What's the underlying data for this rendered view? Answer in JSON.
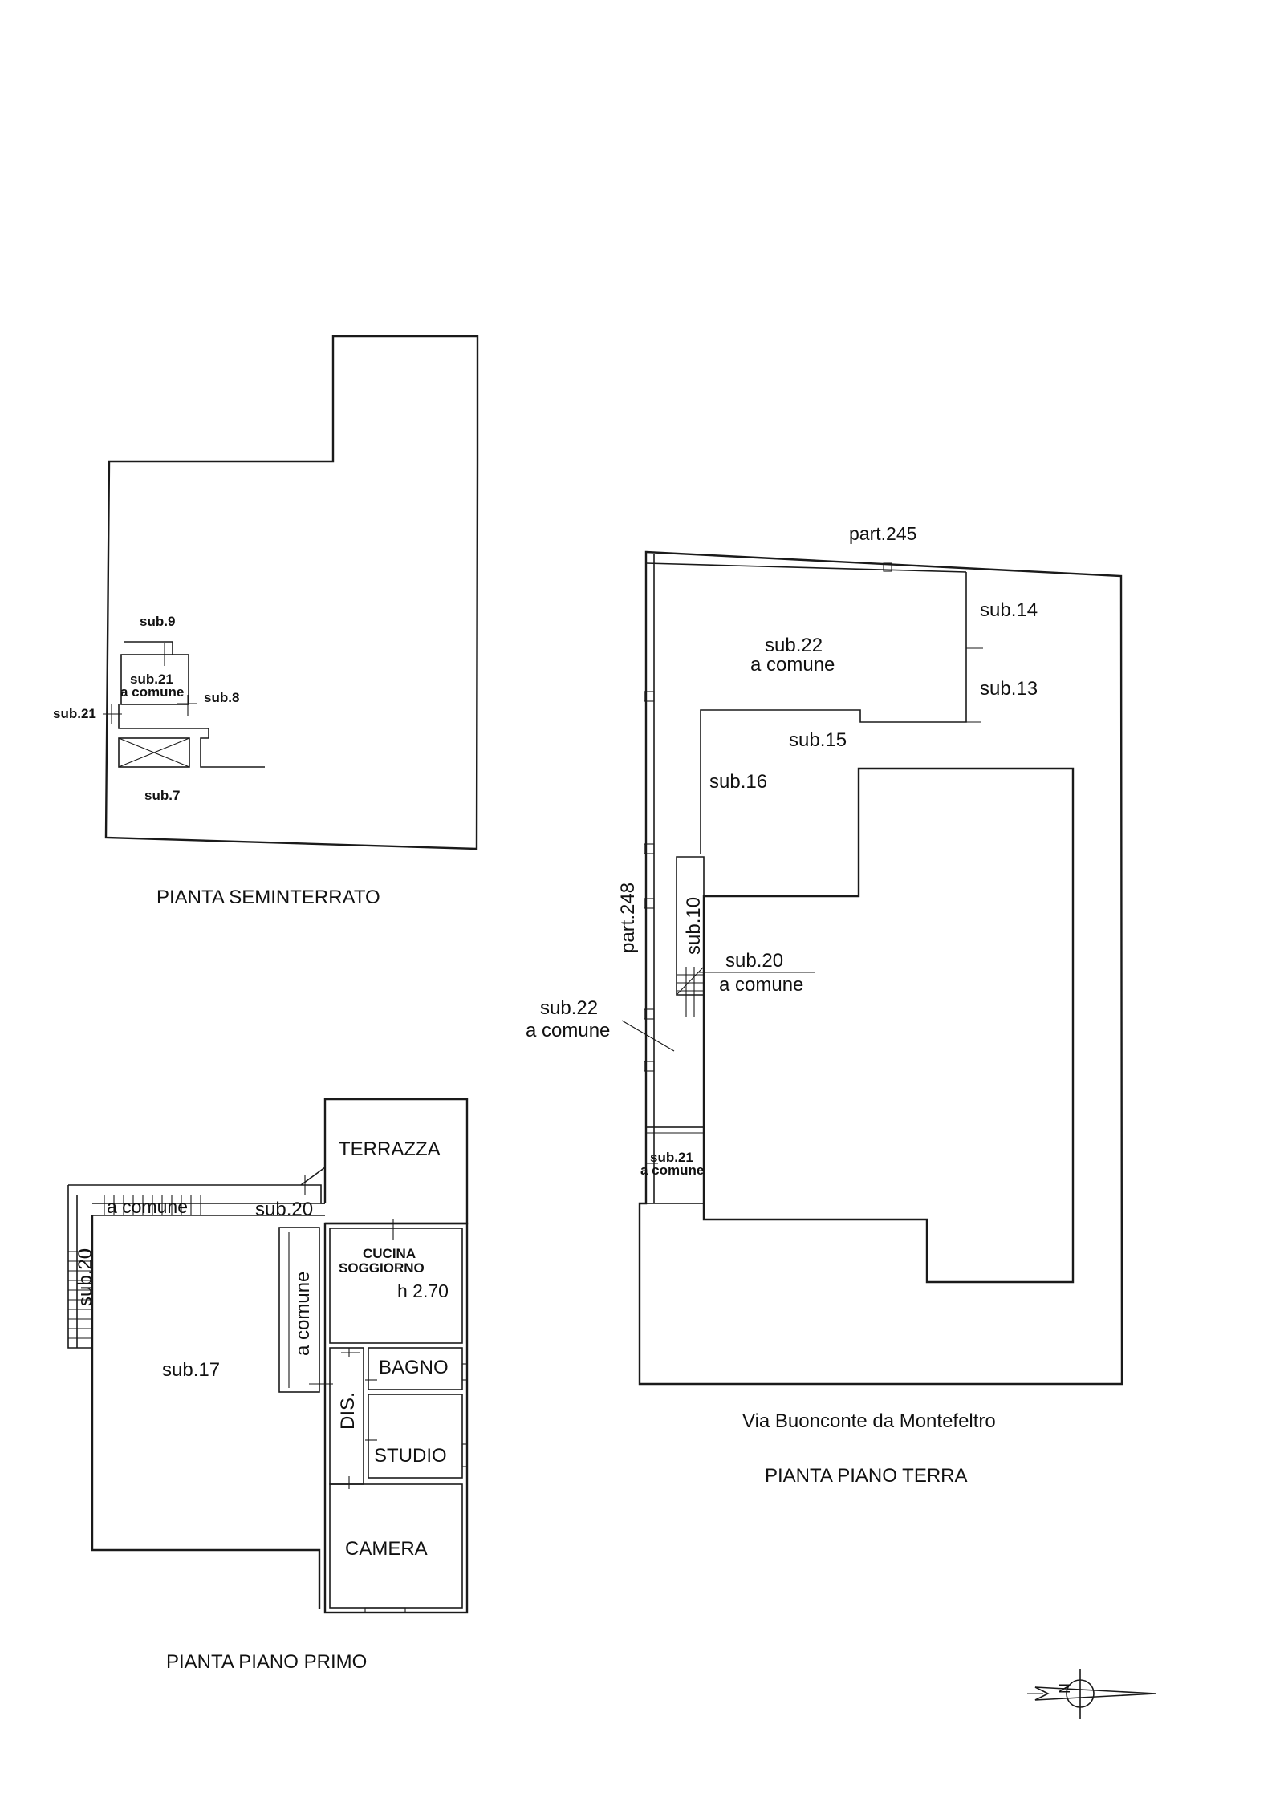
{
  "basement": {
    "title": "PIANTA SEMINTERRATO",
    "labels": {
      "sub9": "sub.9",
      "sub21_inner": "sub.21",
      "a_comune": "a comune",
      "sub8": "sub.8",
      "sub21_side": "sub.21",
      "sub7": "sub.7"
    }
  },
  "ground": {
    "title": "PIANTA PIANO TERRA",
    "street": "Via Buonconte da Montefeltro",
    "labels": {
      "part245": "part.245",
      "sub22_top": "sub.22",
      "a_comune_top": "a comune",
      "sub14": "sub.14",
      "sub13": "sub.13",
      "sub15": "sub.15",
      "sub16": "sub.16",
      "part248": "part.248",
      "sub10": "sub.10",
      "sub20": "sub.20",
      "a_comune_20": "a comune",
      "sub22_left": "sub.22",
      "a_comune_left": "a comune",
      "sub21": "sub.21",
      "a_comune_21": "a comune"
    }
  },
  "first": {
    "title": "PIANTA PIANO PRIMO",
    "labels": {
      "terrazza": "TERRAZZA",
      "a_comune_corr": "a comune",
      "sub20_corr": "sub.20",
      "sub20_stair": "sub.20",
      "cucina": "CUCINA",
      "soggiorno": "SOGGIORNO",
      "height": "h 2.70",
      "a_comune_vert": "a comune",
      "sub17": "sub.17",
      "bagno": "BAGNO",
      "dis": "DIS.",
      "studio": "STUDIO",
      "camera": "CAMERA"
    }
  },
  "compass": {
    "letter": "N"
  }
}
